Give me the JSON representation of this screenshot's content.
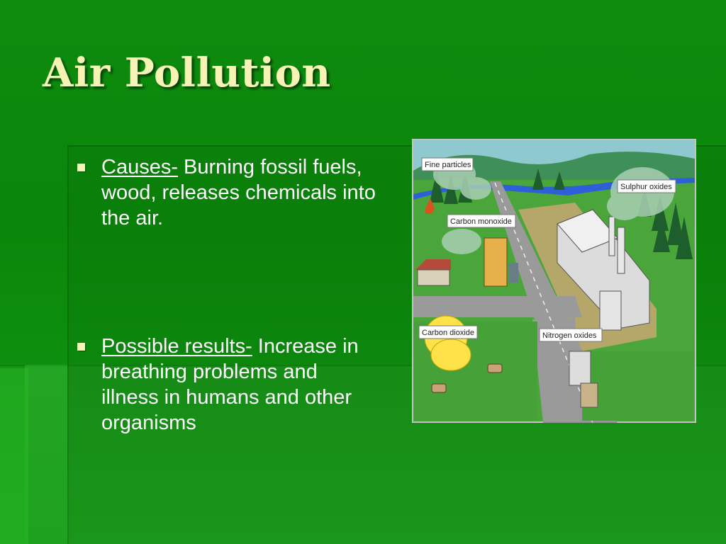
{
  "slide": {
    "title": "Air Pollution",
    "bullets": [
      {
        "label": "Causes-",
        "text": " Burning fossil fuels, wood, releases chemicals into the air."
      },
      {
        "label": "Possible results-",
        "text": " Increase in breathing problems and illness in humans and other organisms"
      }
    ],
    "accent_color": "#f7f3b4",
    "background_color": "#0b8a0b"
  },
  "illustration": {
    "labels": {
      "fine_particles": "Fine particles",
      "sulphur_oxides": "Sulphur oxides",
      "carbon_monoxide": "Carbon monoxide",
      "carbon_dioxide": "Carbon dioxide",
      "nitrogen_oxides": "Nitrogen oxides"
    }
  }
}
